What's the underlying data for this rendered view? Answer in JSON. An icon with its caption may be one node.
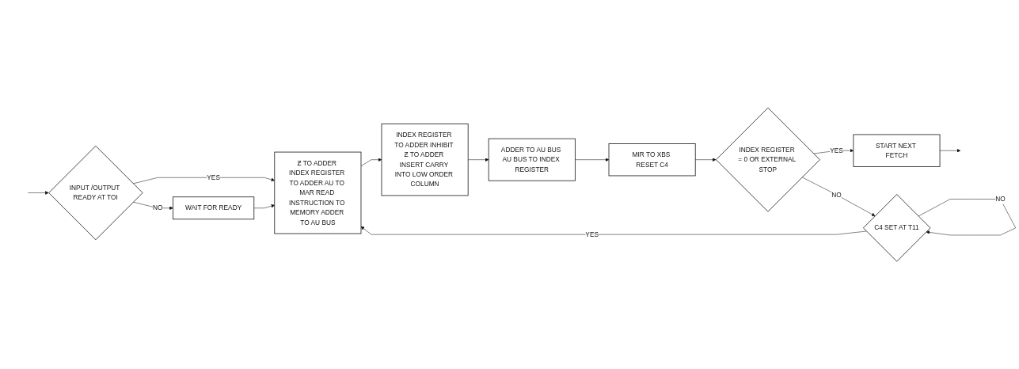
{
  "diagram": {
    "nodes": [
      {
        "text": [
          "INPUT /OUTPUT READY AT TOI"
        ]
      },
      {
        "text": [
          "WAIT FOR READY"
        ]
      },
      {
        "text": [
          "C4 SET AT T11"
        ]
      },
      {
        "text": [
          "Ƶ TO ADDER INDEX REGISTER TO ADDER AU TO MAR READ INSTRUCTION TO MEMORY ADDER TO AU BUS"
        ]
      },
      {
        "text": [
          "INDEX REGISTER TO ADDER INHIBIT Ƶ TO ADDER INSERT CARRY INTO LOW ORDER COLUMN"
        ]
      },
      {
        "text": [
          "ADDER TO AU BUS AU BUS TO INDEX REGISTER"
        ]
      },
      {
        "text": [
          "MIR TO XBS RESET C4"
        ]
      },
      {
        "text": [
          "START NEXT FETCH"
        ]
      },
      {
        "text": [
          "INDEX REGISTER = 0 OR EXTERNAL STOP"
        ]
      }
    ],
    "edges": [
      {
        "from": null,
        "to": 0,
        "arrow": "to"
      },
      {
        "from": 0,
        "to": 1,
        "label": "NO",
        "arrow": "to"
      },
      {
        "from": 0,
        "to": 3,
        "label": "YES",
        "arrow": "to"
      },
      {
        "from": 1,
        "to": 3,
        "arrow": "to"
      },
      {
        "from": 2,
        "to": 3,
        "label": "YES",
        "arrow": "to"
      },
      {
        "from": 2,
        "to": 2,
        "label": "NO",
        "arrow": "to"
      },
      {
        "from": 3,
        "to": 4,
        "arrow": "to"
      },
      {
        "from": 4,
        "to": 5,
        "arrow": "to"
      },
      {
        "from": 5,
        "to": 6,
        "arrow": "to"
      },
      {
        "from": 6,
        "to": 8,
        "arrow": "to"
      },
      {
        "from": 8,
        "to": 7,
        "label": "YES",
        "arrow": "to"
      },
      {
        "from": 8,
        "to": 2,
        "label": "NO",
        "arrow": "to"
      },
      {
        "from": 7,
        "to": null,
        "arrow": "to"
      }
    ]
  }
}
